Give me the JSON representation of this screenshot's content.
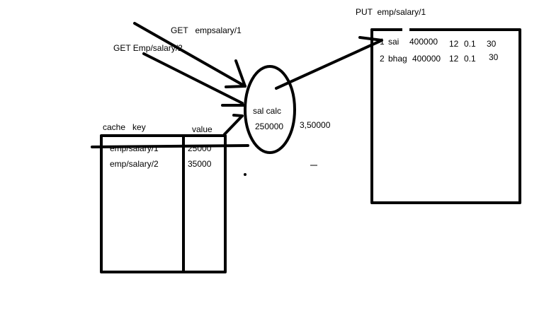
{
  "labels": {
    "get1": "GET   empsalary/1",
    "get2": "GET Emp/salary/2",
    "put": "PUT  emp/salary/1",
    "calc_title": "sal calc",
    "calc_value": "250000",
    "outside_value": "3,50000"
  },
  "cache": {
    "header_key": "cache   key",
    "header_value": "value",
    "rows": [
      {
        "key": "emp/salary/1",
        "value": "25000"
      },
      {
        "key": "emp/salary/2",
        "value": "35000"
      }
    ]
  },
  "db": {
    "rows": [
      {
        "id": "1",
        "name": "sai",
        "salary": "400000",
        "c1": "12",
        "c2": "0.1",
        "c3": "30"
      },
      {
        "id": "2",
        "name": "bhag",
        "salary": "400000",
        "c1": "12",
        "c2": "0.1",
        "c3": "30"
      }
    ]
  }
}
